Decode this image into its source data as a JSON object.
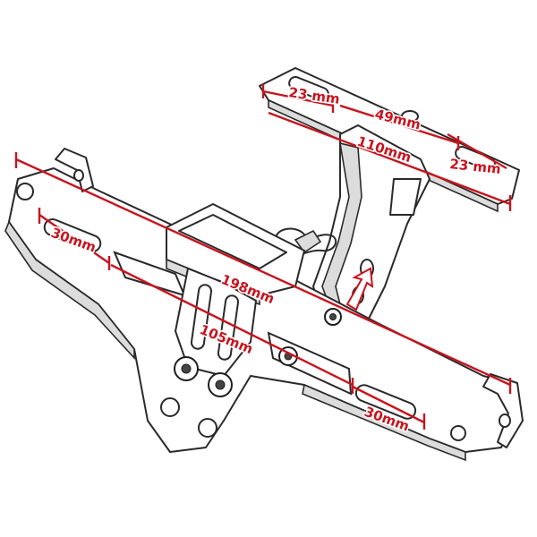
{
  "dimensions": {
    "top_left": "23 mm",
    "top_mid": "49mm",
    "top_width": "110mm",
    "top_right": "23 mm",
    "slot_left": "30mm",
    "main_length": "198mm",
    "hole_spacing": "105mm",
    "slot_right": "30mm"
  },
  "colors": {
    "dimension": "#c8141e",
    "outline": "#2a2a2a"
  }
}
